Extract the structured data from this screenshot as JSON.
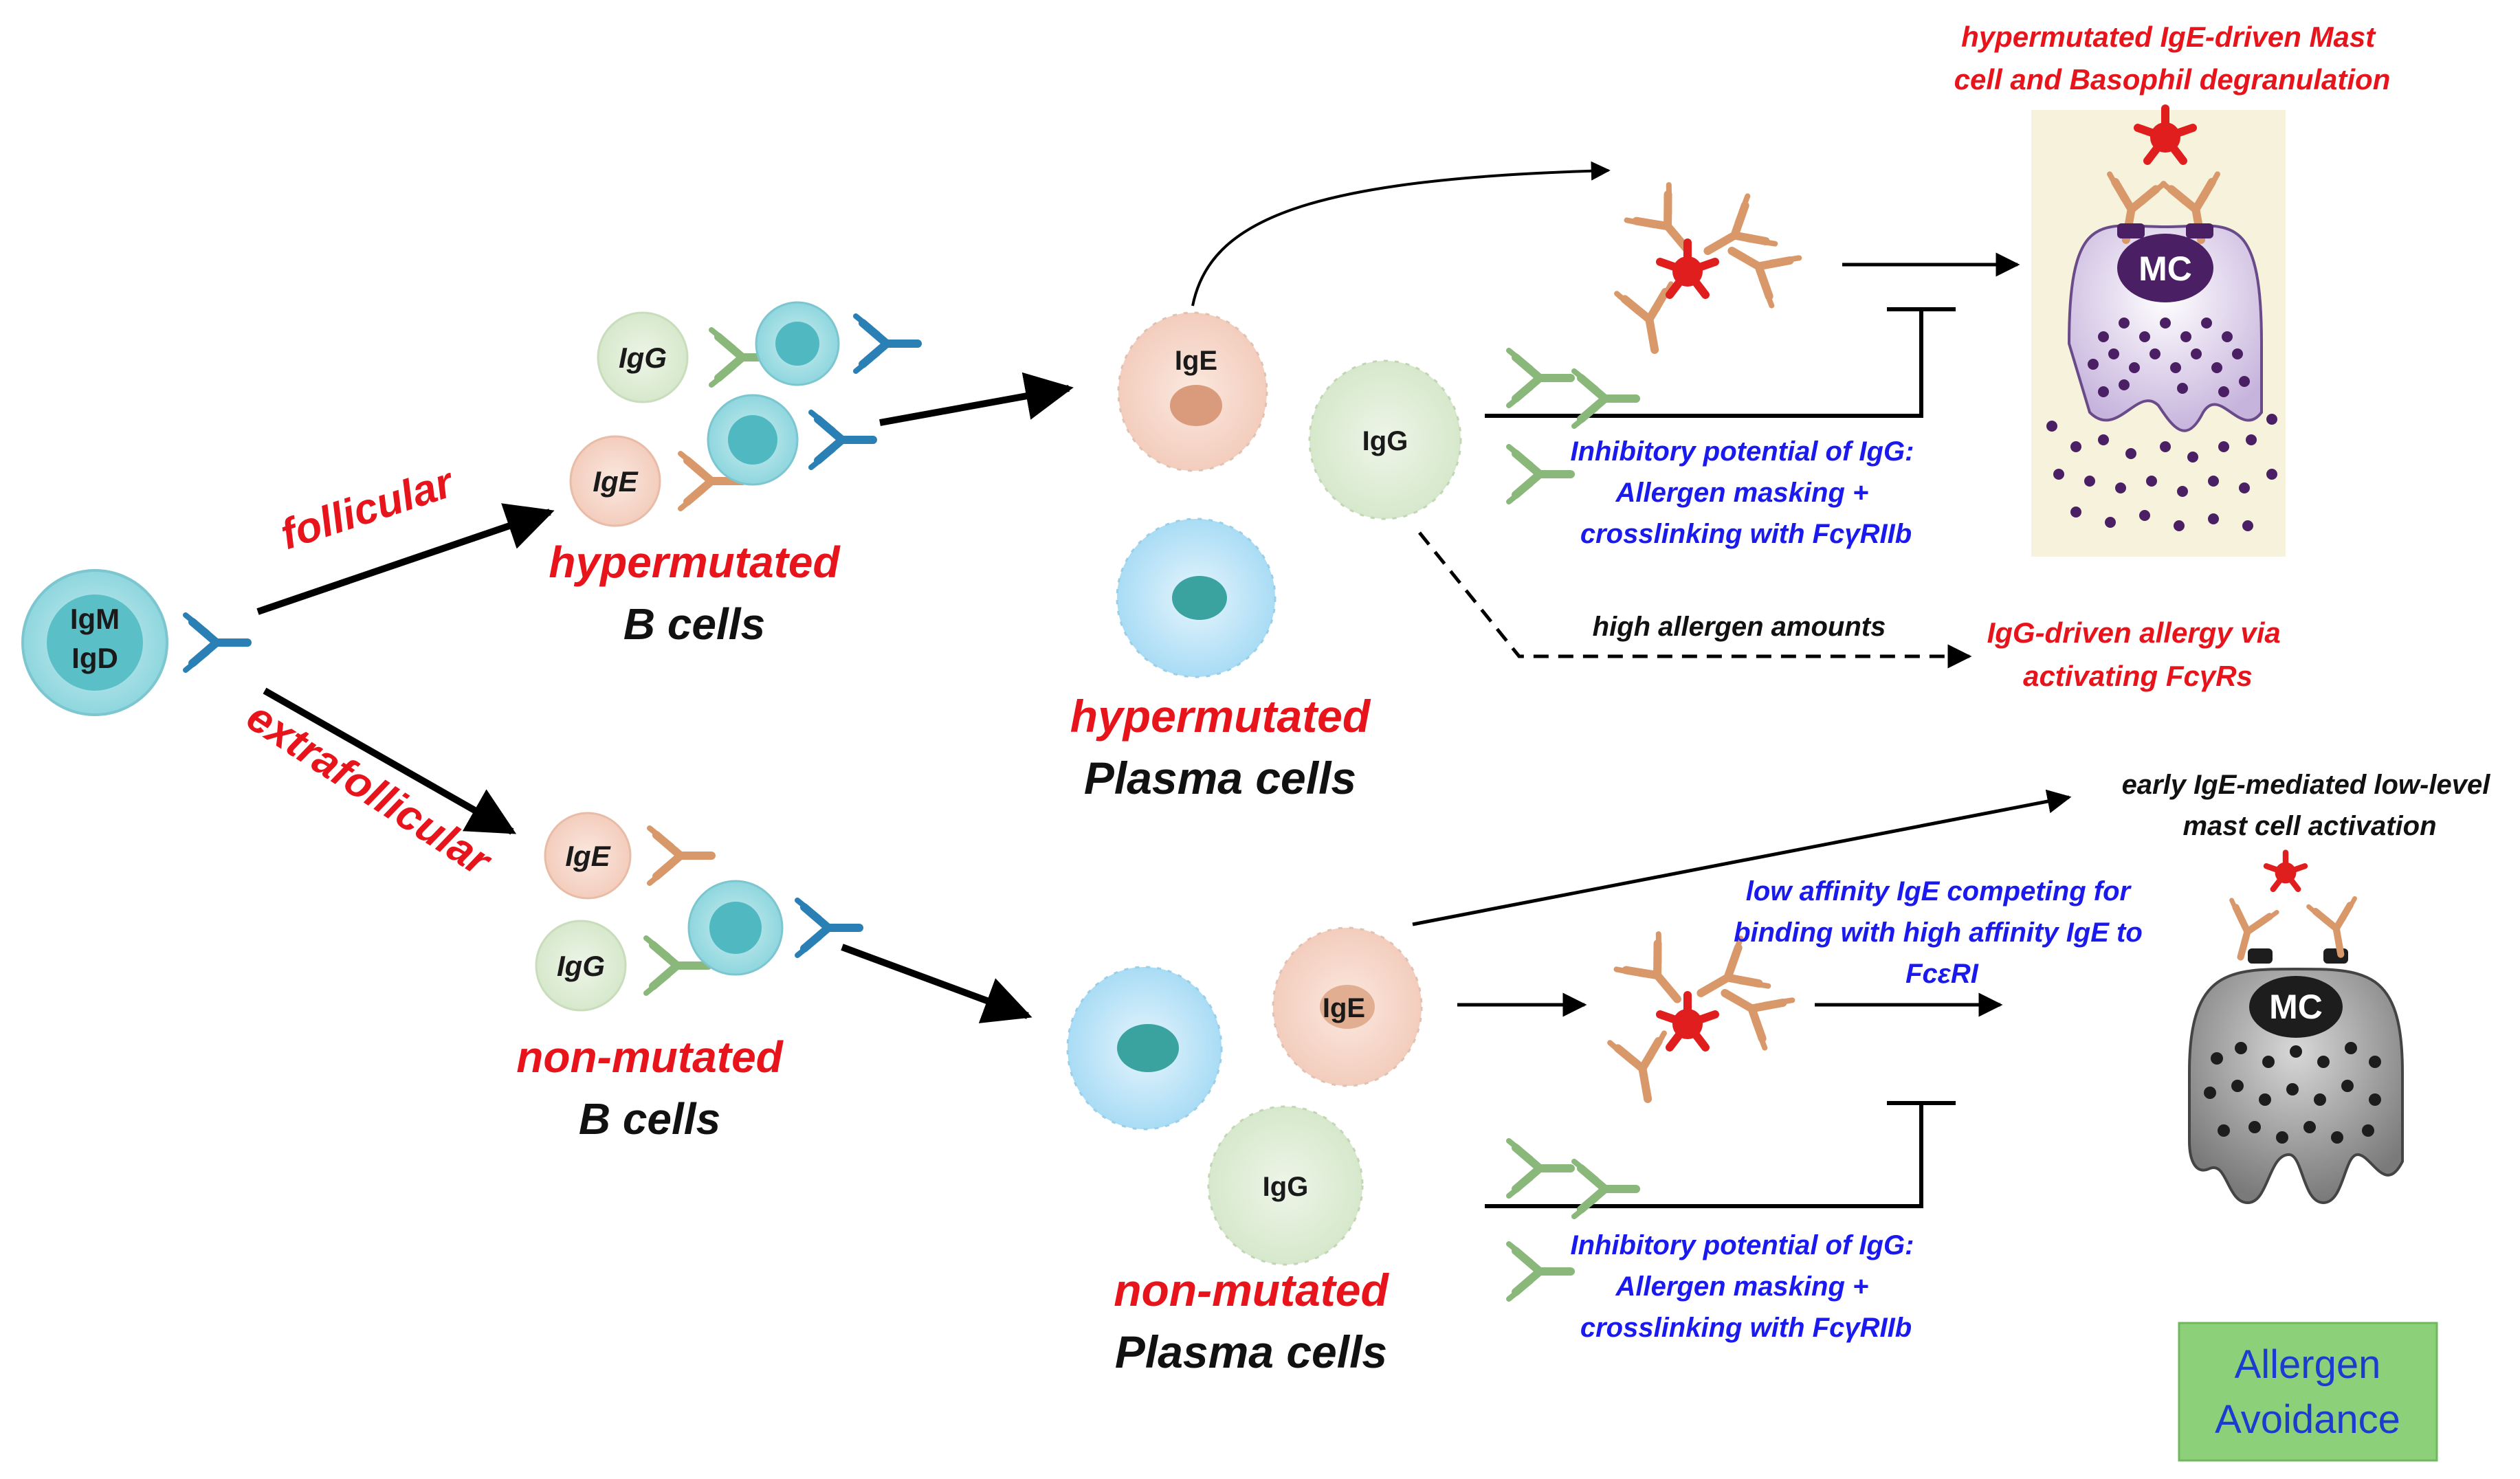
{
  "colors": {
    "red_text": "#e8141c",
    "blue_text": "#1a1aee",
    "igE_antibody": "#d9986a",
    "igG_antibody": "#8ab87a",
    "bcr_antibody": "#2a7fb5",
    "allergen": "#e01e1e",
    "mast_cell_purple": "#4a1f63",
    "mast_cell_grey": "#2a2a2a",
    "avoidance_box": "#8cd17a"
  },
  "naive_cell": {
    "line1": "IgM",
    "line2": "IgD"
  },
  "paths": {
    "follicular": "follicular",
    "extrafollicular": "extrafollicular"
  },
  "b_cells_top": {
    "qualifier": "hypermutated",
    "name": "B cells",
    "igG_label": "IgG",
    "igE_label": "IgE"
  },
  "b_cells_bottom": {
    "qualifier": "non-mutated",
    "name": "B cells",
    "igE_label": "IgE",
    "igG_label": "IgG"
  },
  "plasma_top": {
    "qualifier": "hypermutated",
    "name": "Plasma cells",
    "igE_label": "IgE",
    "igG_label": "IgG"
  },
  "plasma_bottom": {
    "qualifier": "non-mutated",
    "name": "Plasma cells",
    "igE_label": "IgE",
    "igG_label": "IgG"
  },
  "top_outcome": {
    "line1": "hypermutated IgE-driven Mast",
    "line2": "cell and Basophil degranulation",
    "mc_label": "MC"
  },
  "inhibitory_top": {
    "line1": "Inhibitory potential of IgG:",
    "line2": "Allergen masking +",
    "line3": "crosslinking with FcγRIIb"
  },
  "high_allergen": "high allergen amounts",
  "igg_allergy": {
    "line1": "IgG-driven allergy via",
    "line2": "activating FcγRs"
  },
  "bottom_outcome": {
    "line1": "early IgE-mediated low-level",
    "line2": "mast cell activation",
    "mc_label": "MC"
  },
  "low_affinity": {
    "line1": "low affinity IgE competing for",
    "line2": "binding with high affinity IgE to",
    "line3": "FcεRI"
  },
  "inhibitory_bottom": {
    "line1": "Inhibitory potential of IgG:",
    "line2": "Allergen masking +",
    "line3": "crosslinking with FcγRIIb"
  },
  "avoidance": {
    "line1": "Allergen",
    "line2": "Avoidance"
  }
}
